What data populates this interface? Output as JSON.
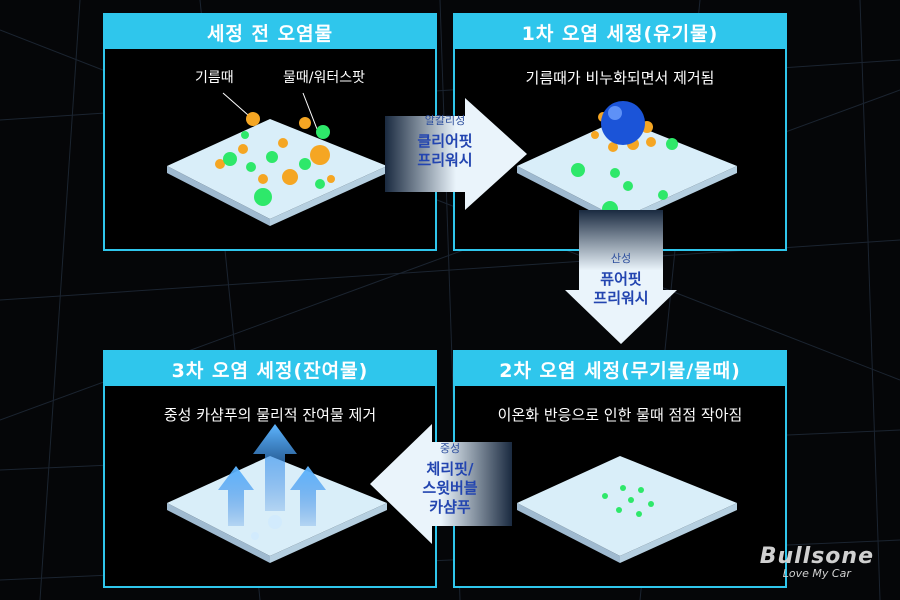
{
  "panels": [
    {
      "title": "세정 전 오염물",
      "desc": "",
      "labels": [
        "기름때",
        "물때/워터스팟"
      ]
    },
    {
      "title": "1차 오염 세정(유기물)",
      "desc": "기름때가 비누화되면서 제거됨"
    },
    {
      "title": "2차 오염 세정(무기물/물때)",
      "desc": "이온화 반응으로 인한 물때 점점 작아짐"
    },
    {
      "title": "3차 오염 세정(잔여물)",
      "desc": "중성 카샴푸의 물리적 잔여물 제거"
    }
  ],
  "arrows": [
    {
      "type": "알칼리성",
      "products": [
        "클리어핏",
        "프리워시"
      ]
    },
    {
      "type": "산성",
      "products": [
        "퓨어핏",
        "프리워시"
      ]
    },
    {
      "type": "중성",
      "products": [
        "체리핏/",
        "스윗버블",
        "카샴푸"
      ]
    }
  ],
  "brand": {
    "name": "Bullsone",
    "tagline": "Love My Car"
  },
  "colors": {
    "accent": "#2fc6ec",
    "oil": "#f5a623",
    "water": "#2ee86a",
    "plate": "#d9eef9"
  }
}
